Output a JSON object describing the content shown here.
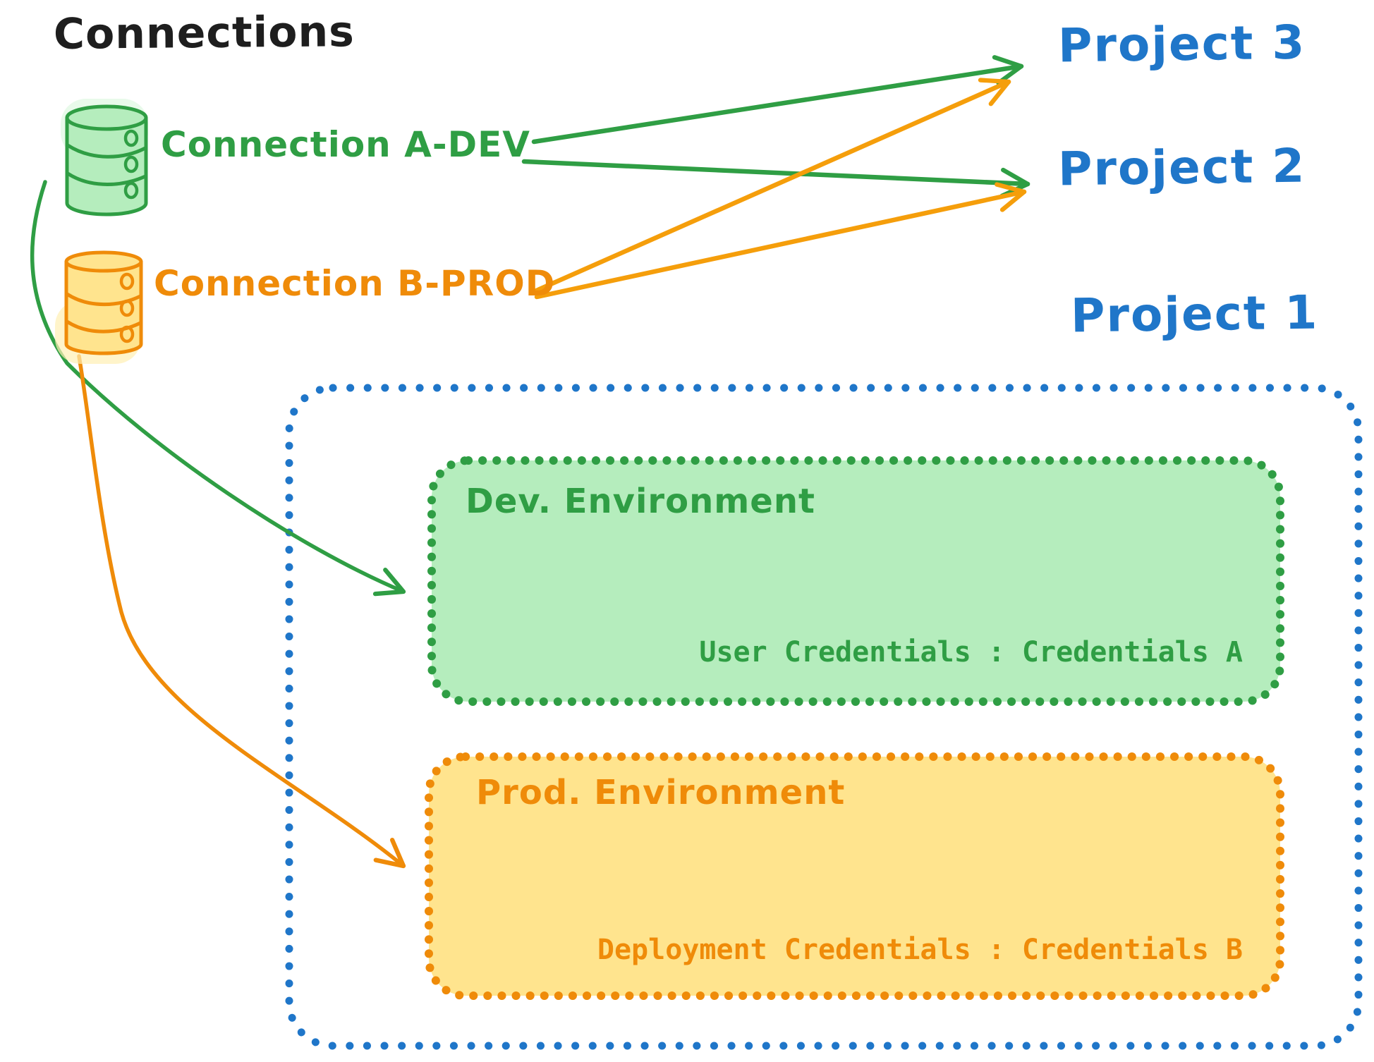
{
  "diagram": {
    "title": "Connections",
    "connections": [
      {
        "id": "a-dev",
        "label": "Connection A-DEV",
        "color_name": "green"
      },
      {
        "id": "b-prod",
        "label": "Connection B-PROD",
        "color_name": "orange"
      }
    ],
    "projects": [
      {
        "label": "Project 3"
      },
      {
        "label": "Project 2"
      },
      {
        "label": "Project 1"
      }
    ],
    "project1": {
      "dev_env": {
        "title": "Dev. Environment",
        "credentials_label": "User Credentials : Credentials A"
      },
      "prod_env": {
        "title": "Prod. Environment",
        "credentials_label": "Deployment Credentials : Credentials B"
      }
    },
    "edges": [
      {
        "from": "Connection A-DEV",
        "to": "Project 3",
        "style": "straight"
      },
      {
        "from": "Connection A-DEV",
        "to": "Project 2",
        "style": "straight"
      },
      {
        "from": "Connection B-PROD",
        "to": "Project 3",
        "style": "straight"
      },
      {
        "from": "Connection B-PROD",
        "to": "Project 2",
        "style": "straight"
      },
      {
        "from": "Connection A-DEV",
        "to": "Dev. Environment",
        "style": "curved"
      },
      {
        "from": "Connection B-PROD",
        "to": "Prod. Environment",
        "style": "curved"
      }
    ]
  },
  "colors": {
    "ink": "#1e1e1e",
    "green": "#2f9e44",
    "green_fill": "#b5edbd",
    "green_fill_light": "#d8f6dc",
    "orange": "#ef8b09",
    "orange_fill": "#ffe48e",
    "orange_fill_light": "#fff0b3",
    "amber": "#f59e0b",
    "blue": "#1f76c9"
  }
}
